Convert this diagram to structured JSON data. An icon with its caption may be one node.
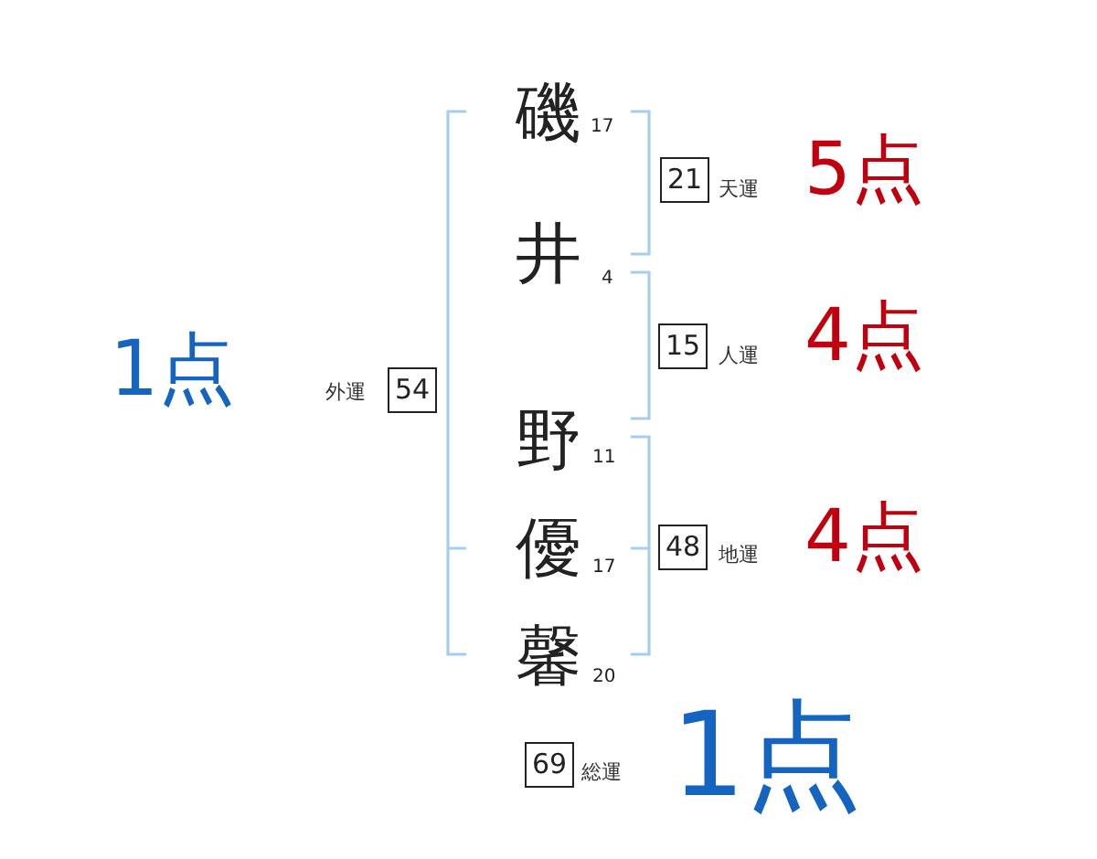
{
  "diagram": {
    "nodes": [
      {
        "text": [
          "21"
        ],
        "beside": [
          "天運",
          "5点"
        ]
      },
      {
        "text": [
          "15"
        ],
        "beside": [
          "人運",
          "4点"
        ]
      },
      {
        "text": [
          "54"
        ],
        "beside": [
          "外運",
          "1点"
        ]
      },
      {
        "text": [
          "48"
        ],
        "beside": [
          "地運",
          "4点"
        ]
      },
      {
        "text": [
          "69"
        ],
        "beside": [
          "総運",
          "1点"
        ]
      }
    ],
    "labels": [
      "磯",
      "17",
      "井",
      "4",
      "野",
      "11",
      "優",
      "17",
      "馨",
      "20"
    ]
  }
}
